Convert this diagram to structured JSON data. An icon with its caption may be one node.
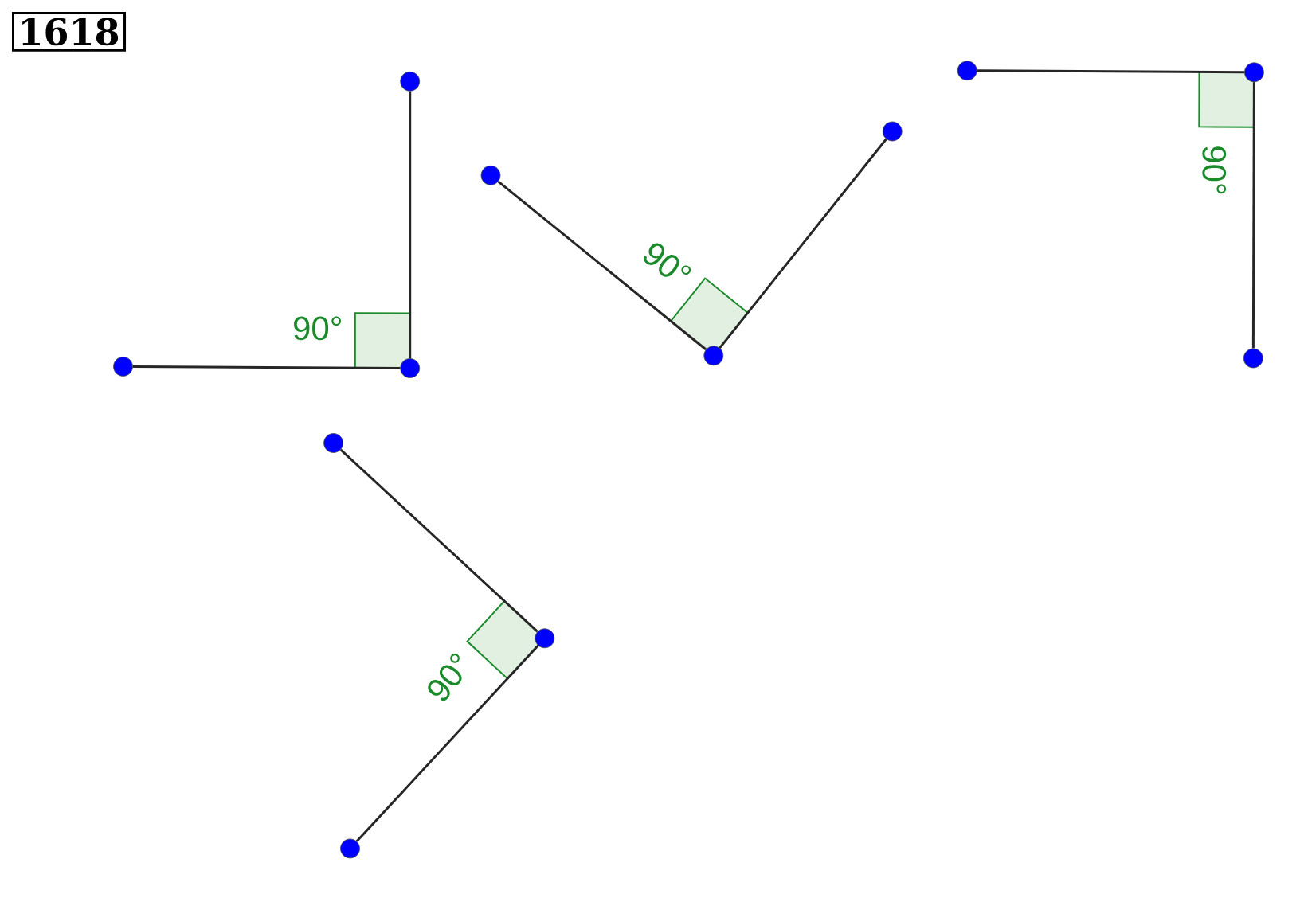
{
  "diagram": {
    "nodes": [
      {
        "text": [
          "1618"
        ]
      },
      {
        "text": [],
        "shape": "circle"
      },
      {
        "text": [],
        "shape": "circle"
      },
      {
        "text": [],
        "shape": "circle"
      },
      {
        "text": [],
        "shape": "circle"
      },
      {
        "text": [],
        "shape": "circle"
      },
      {
        "text": [],
        "shape": "circle"
      },
      {
        "text": [],
        "shape": "circle"
      },
      {
        "text": [],
        "shape": "circle"
      },
      {
        "text": [],
        "shape": "circle"
      },
      {
        "text": [],
        "shape": "circle"
      },
      {
        "text": [],
        "shape": "circle"
      },
      {
        "text": [],
        "shape": "circle"
      }
    ],
    "edges": [
      {
        "from": 1,
        "to": 2,
        "arrow": "none"
      },
      {
        "from": 2,
        "to": 3,
        "arrow": "none"
      },
      {
        "from": 4,
        "to": 5,
        "arrow": "none"
      },
      {
        "from": 5,
        "to": 6,
        "arrow": "none"
      },
      {
        "from": 7,
        "to": 8,
        "arrow": "none"
      },
      {
        "from": 8,
        "to": 9,
        "arrow": "none"
      },
      {
        "from": 10,
        "to": 11,
        "arrow": "none"
      },
      {
        "from": 11,
        "to": 12,
        "arrow": "none"
      }
    ],
    "labels": [
      "90°",
      "90°",
      "90°",
      "90°"
    ]
  }
}
